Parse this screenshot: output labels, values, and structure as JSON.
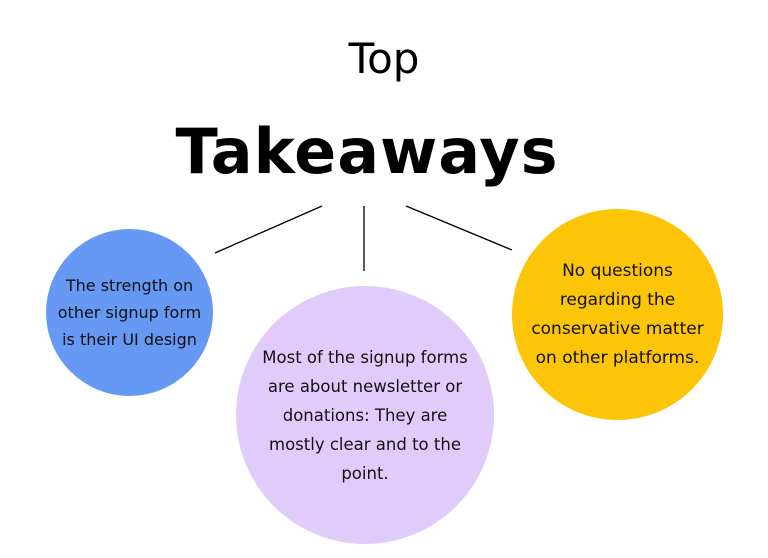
{
  "title": {
    "line1": "Top",
    "line2": "Takeaways"
  },
  "colors": {
    "left_circle": "#6699f4",
    "middle_circle": "#e0cbfb",
    "right_circle": "#fdc507",
    "connector": "#000000",
    "background": "#ffffff"
  },
  "takeaways": [
    {
      "text": "The strength on other signup form is their UI design"
    },
    {
      "text": "Most of the signup forms are about newsletter or donations: They are mostly clear and to the point."
    },
    {
      "text": "No questions regarding the conservative matter on other platforms."
    }
  ]
}
